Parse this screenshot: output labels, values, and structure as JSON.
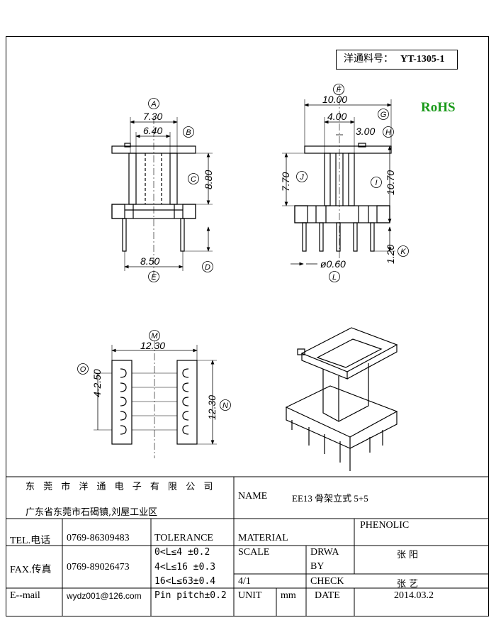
{
  "part_number": {
    "label": "洋通料号：",
    "value": "YT-1305-1"
  },
  "rohs": "RoHS",
  "dimensions": {
    "A": {
      "label": "A",
      "value": "7.30"
    },
    "B": {
      "label": "B",
      "value": "6.40"
    },
    "C": {
      "label": "C",
      "value": "8.80"
    },
    "D": {
      "label": "D",
      "value": "8.50"
    },
    "E": {
      "label": "E"
    },
    "F": {
      "label": "F",
      "value": "10.00"
    },
    "G": {
      "label": "G",
      "value": "4.00"
    },
    "H": {
      "label": "H",
      "value": "3.00"
    },
    "I": {
      "label": "I",
      "value": "10.70"
    },
    "J": {
      "label": "J",
      "value": "7.70"
    },
    "K": {
      "label": "K",
      "value": "1.20"
    },
    "L": {
      "label": "L",
      "value": "ø0.60"
    },
    "M": {
      "label": "M",
      "value": "12.30"
    },
    "N": {
      "label": "N",
      "value": "12.30"
    },
    "O": {
      "label": "O",
      "value": "4-2.50"
    }
  },
  "title_block": {
    "company": "东 莞 市 洋 通 电 子 有 限 公 司",
    "address": "广东省东莞市石碣镇,刘屋工业区",
    "name_label": "NAME",
    "name_value": "EE13 骨架立式 5+5",
    "tel_label": "TEL.电话",
    "tel_value": "0769-86309483",
    "fax_label": "FAX.传真",
    "fax_value": "0769-89026473",
    "email_label": "E--mail",
    "email_value": "wydz001@126.com",
    "tolerance_label": "TOLERANCE",
    "tolerance_lines": [
      "0<L≤4  ±0.2",
      "4<L≤16 ±0.3",
      "16<L≤63±0.4",
      "Pin pitch±0.2"
    ],
    "material_label": "MATERIAL",
    "material_value": "PHENOLIC",
    "scale_label": "SCALE",
    "scale_value": "4/1",
    "drawn_label_1": "DRWA",
    "drawn_label_2": "BY",
    "drawn_value": "张  阳",
    "check_label": "CHECK",
    "check_value": "张  艺",
    "unit_label": "UNIT",
    "unit_value": "mm",
    "date_label": "DATE",
    "date_value": "2014.03.2"
  }
}
